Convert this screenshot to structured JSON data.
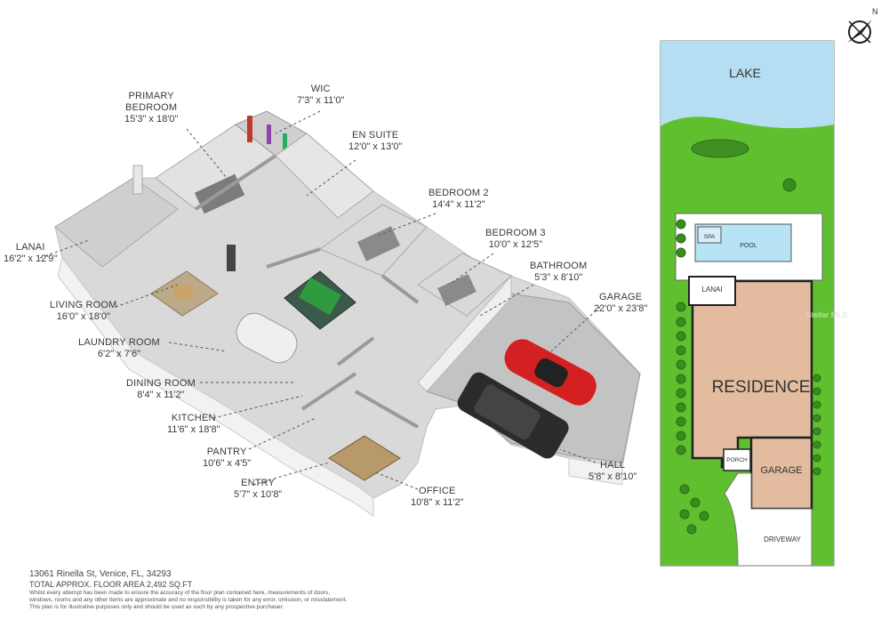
{
  "rooms": [
    {
      "key": "primary",
      "name": "PRIMARY",
      "name2": "BEDROOM",
      "dims": "15'3\" x 18'0\""
    },
    {
      "key": "wic",
      "name": "WIC",
      "dims": "7'3\" x 11'0\""
    },
    {
      "key": "ensuite",
      "name": "EN SUITE",
      "dims": "12'0\" x 13'0\""
    },
    {
      "key": "bed2",
      "name": "BEDROOM 2",
      "dims": "14'4\" x 11'2\""
    },
    {
      "key": "bed3",
      "name": "BEDROOM 3",
      "dims": "10'0\" x 12'5\""
    },
    {
      "key": "bath",
      "name": "BATHROOM",
      "dims": "5'3\" x 8'10\""
    },
    {
      "key": "garage",
      "name": "GARAGE",
      "dims": "22'0\" x 23'8\""
    },
    {
      "key": "lanai",
      "name": "LANAI",
      "dims": "16'2\" x 12'9\""
    },
    {
      "key": "living",
      "name": "LIVING ROOM",
      "dims": "16'0\" x 18'0\""
    },
    {
      "key": "laundry",
      "name": "LAUNDRY ROOM",
      "dims": "6'2\" x 7'6\""
    },
    {
      "key": "dining",
      "name": "DINING ROOM",
      "dims": "8'4\" x 11'2\""
    },
    {
      "key": "kitchen",
      "name": "KITCHEN",
      "dims": "11'6\" x 18'8\""
    },
    {
      "key": "pantry",
      "name": "PANTRY",
      "dims": "10'6\" x 4'5\""
    },
    {
      "key": "entry",
      "name": "ENTRY",
      "dims": "5'7\" x 10'8\""
    },
    {
      "key": "office",
      "name": "OFFICE",
      "dims": "10'8\" x 11'2\""
    },
    {
      "key": "hall",
      "name": "HALL",
      "dims": "5'8\" x 8'10\""
    }
  ],
  "site_plan": {
    "compass": "N",
    "lake": "LAKE",
    "spa": "SPA",
    "pool": "POOL",
    "lanai": "LANAI",
    "residence": "RESIDENCE",
    "porch": "PORCH",
    "garage": "GARAGE",
    "driveway": "DRIVEWAY",
    "colors": {
      "lake": "#b5def3",
      "lawn": "#5fbf2f",
      "residence": "#e3bc9f",
      "pool": "#b7e3f5"
    }
  },
  "footer": {
    "address": "13061 Rinella St, Venice, FL, 34293",
    "area": "TOTAL APPROX. FLOOR AREA 2,492 SQ.FT",
    "disclaimer1": "Whilst every attempt has been made to ensure the accuracy of the floor plan contained here, measurements of doors,",
    "disclaimer2": "windows, rooms and any other items are approximate and no responsibility is taken for any error, omission, or misstatement.",
    "disclaimer3": "This plan is for illustrative purposes only and should be used as such by any prospective purchaser."
  },
  "watermark": "Stellar MLS"
}
